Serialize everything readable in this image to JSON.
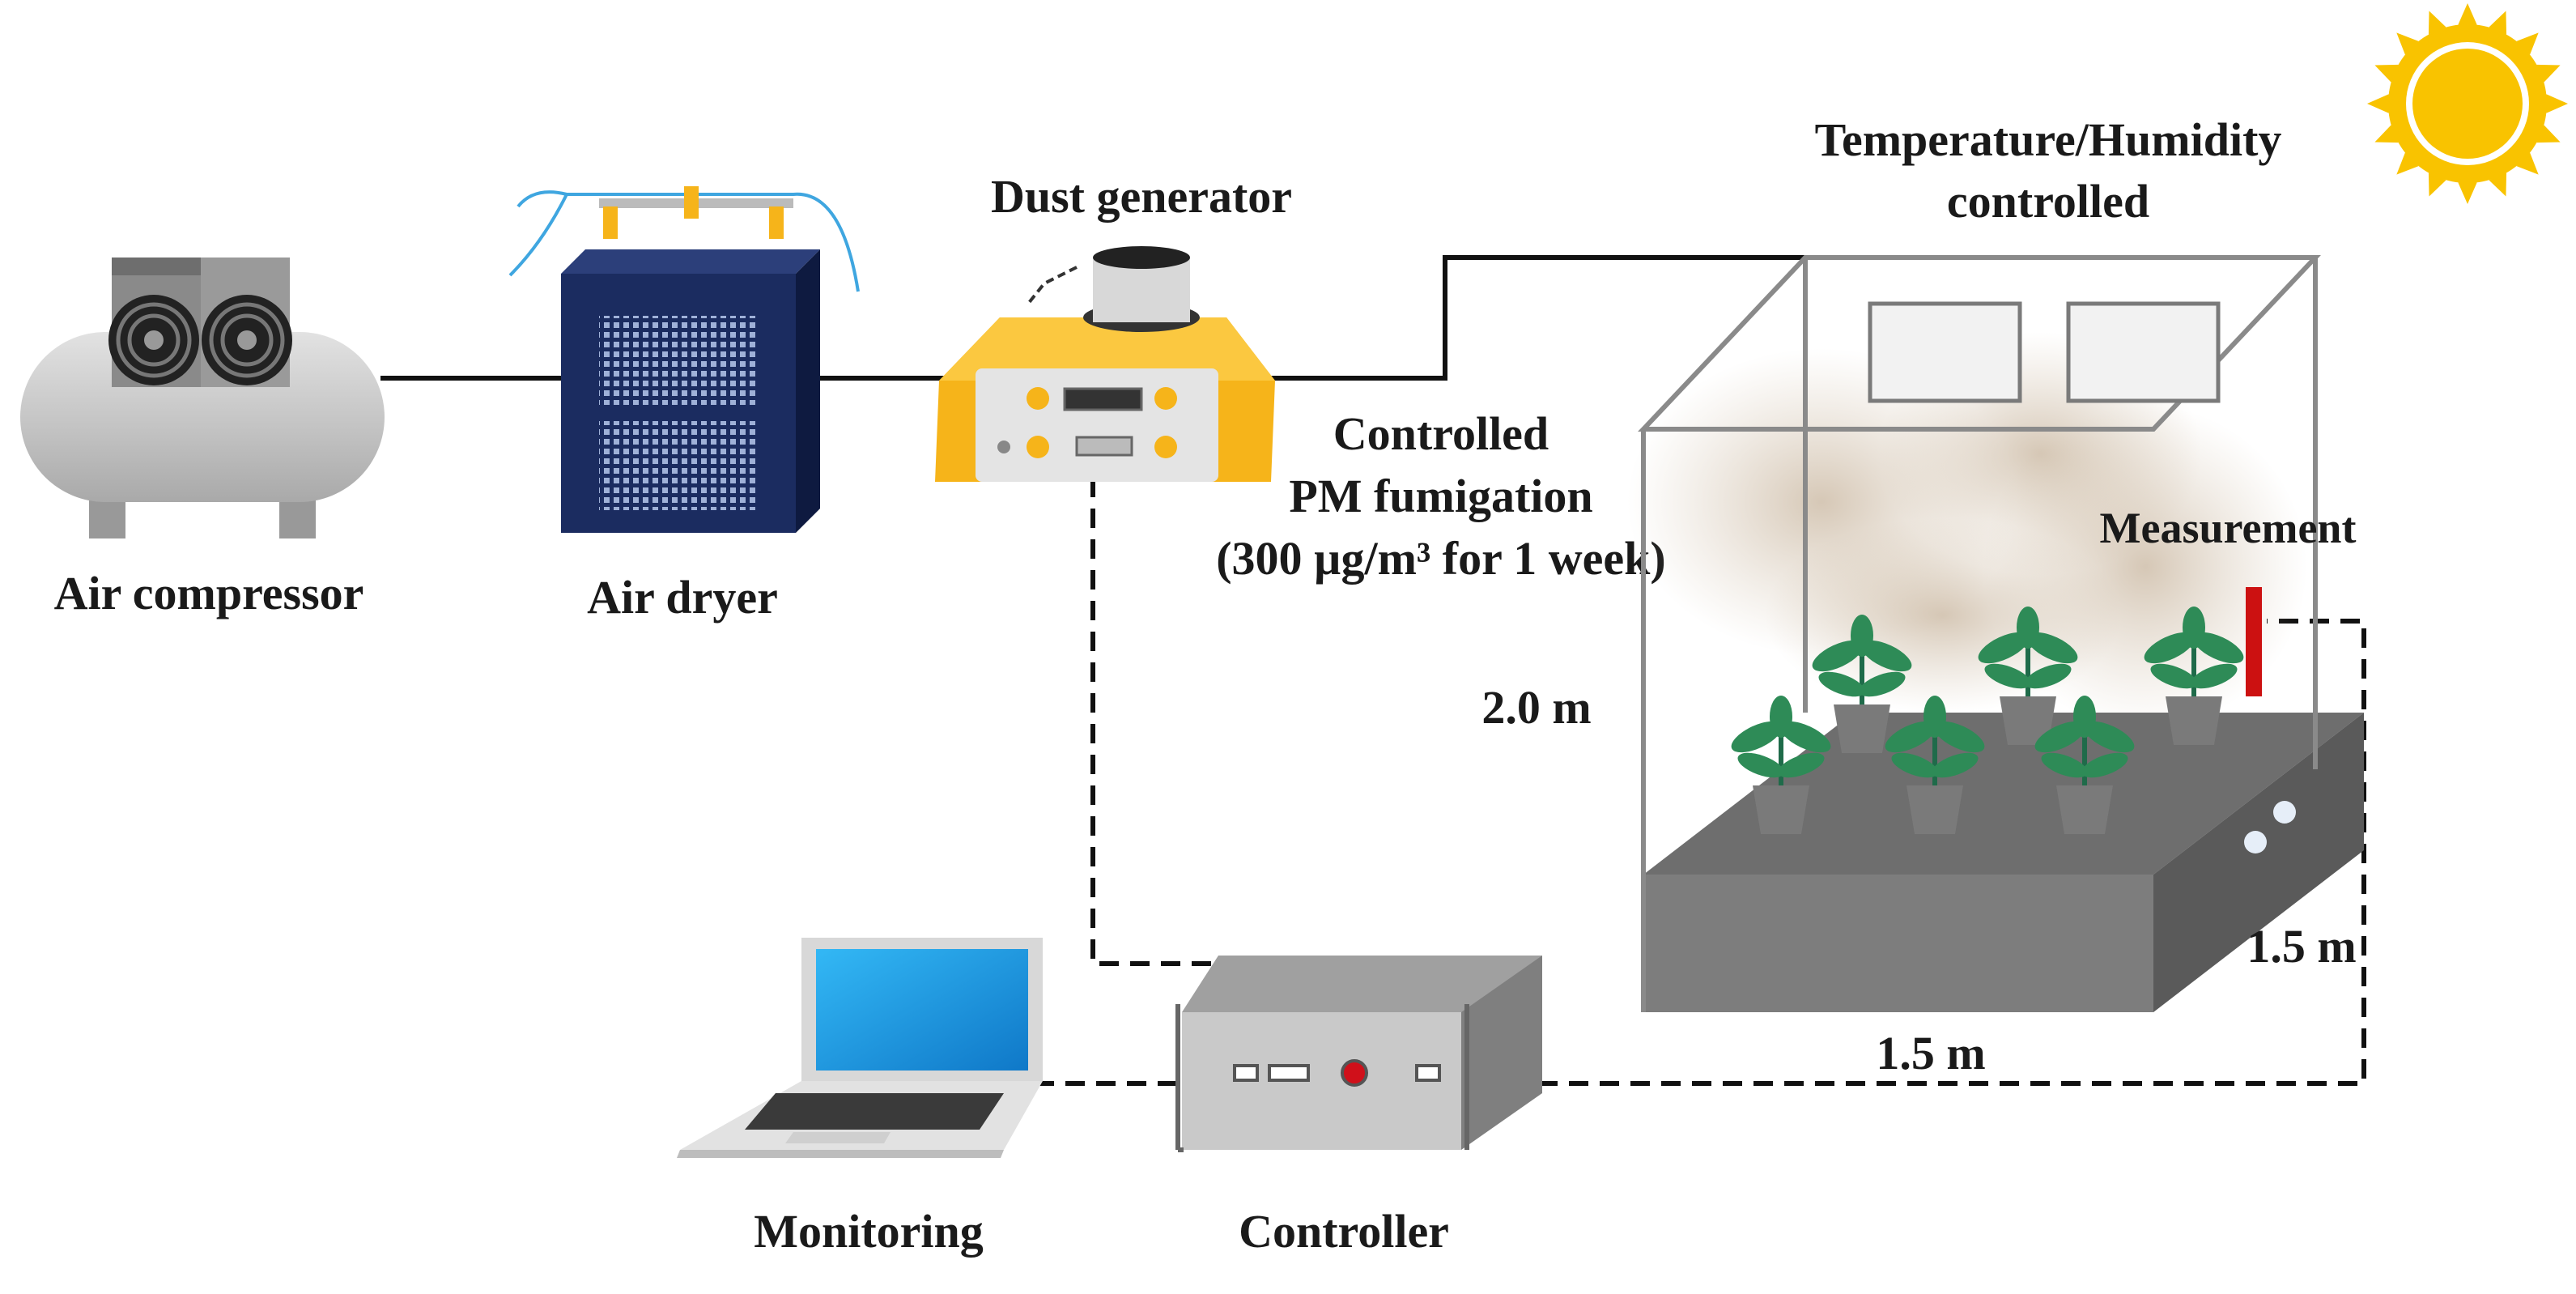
{
  "labels": {
    "air_compressor": "Air compressor",
    "air_dryer": "Air dryer",
    "dust_generator": "Dust generator",
    "fumigation_line1": "Controlled",
    "fumigation_line2": "PM fumigation",
    "fumigation_line3": "(300 µg/m³ for 1 week)",
    "chamber_line1": "Temperature/Humidity",
    "chamber_line2": "controlled",
    "measurement": "Measurement",
    "height": "2.0 m",
    "depth": "1.5 m",
    "width": "1.5 m",
    "monitoring": "Monitoring",
    "controller": "Controller"
  },
  "colors": {
    "compressor_body": "#c8c8c8",
    "dryer_body": "#1b2c60",
    "dust_generator_body": "#f6b41a",
    "chamber_base": "#6b6b6b",
    "plant_leaf": "#2e8b57",
    "sensor": "#cc1111",
    "sun": "#f9c300",
    "screen": "#1a9be6",
    "controller_led": "#d0101a"
  },
  "icons": {
    "compressor": "air-compressor-icon",
    "dryer": "air-dryer-icon",
    "dust_generator": "dust-generator-icon",
    "sun": "sun-icon",
    "laptop": "laptop-icon",
    "controller": "controller-icon",
    "sensor": "measurement-sensor-icon",
    "plant": "plant-icon"
  }
}
